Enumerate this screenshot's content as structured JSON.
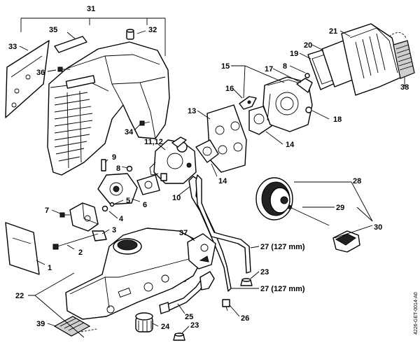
{
  "labels": {
    "l1": "1",
    "l2": "2",
    "l3": "3",
    "l4": "4",
    "l5": "5",
    "l6": "6",
    "l7": "7",
    "l8a": "8",
    "l8b": "8",
    "l9": "9",
    "l10": "10",
    "l1112": "11,12",
    "l13": "13",
    "l14a": "14",
    "l14b": "14",
    "l15": "15",
    "l16": "16",
    "l17": "17",
    "l18": "18",
    "l19": "19",
    "l20": "20",
    "l21": "21",
    "l22": "22",
    "l23a": "23",
    "l23b": "23",
    "l24": "24",
    "l25": "25",
    "l26": "26",
    "l27a": "27 (127 mm)",
    "l27b": "27 (127 mm)",
    "l28": "28",
    "l29": "29",
    "l30": "30",
    "l31": "31",
    "l32": "32",
    "l33": "33",
    "l34": "34",
    "l35": "35",
    "l36": "36",
    "l37": "37",
    "l38": "38",
    "l39": "39"
  },
  "drawing_code": "4226-GET-0014-A0"
}
